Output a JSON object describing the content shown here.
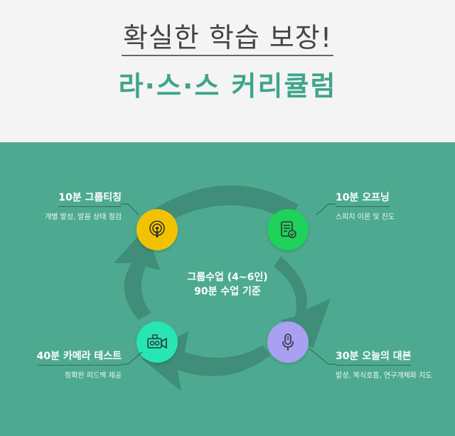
{
  "header": {
    "title": "확실한 학습 보장!",
    "subtitle": "라·스·스 커리큘럼"
  },
  "center": {
    "line1": "그룹수업 (4~6인)",
    "line2": "90분 수업 기준"
  },
  "steps": [
    {
      "title": "10분 그룹티칭",
      "desc": "개별 발성, 발음 상태 점검",
      "icon": "podcast-icon",
      "color": "#f2c200"
    },
    {
      "title": "10분 오프닝",
      "desc": "스피치 이론 및 진도",
      "icon": "document-check-icon",
      "color": "#1ed25c"
    },
    {
      "title": "30분 오늘의 대본",
      "desc": "발성, 복식호흡, 연구개체화 지도",
      "icon": "microphone-icon",
      "color": "#a9a0f2"
    },
    {
      "title": "40분 카메라 테스트",
      "desc": "정확한 피드백 제공",
      "icon": "video-camera-icon",
      "color": "#27e6b3"
    }
  ],
  "colors": {
    "background": "#4daa90",
    "arrow": "#3e7f6e",
    "subtitle": "#3fa58a"
  }
}
